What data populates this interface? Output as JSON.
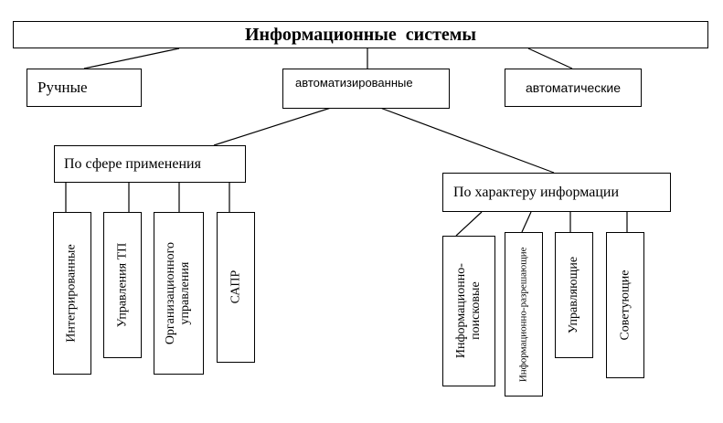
{
  "diagram": {
    "root": {
      "label": "Информационные  системы"
    },
    "level1": {
      "manual": "Ручные",
      "automated": "автоматизированные",
      "automatic": "автоматические"
    },
    "groups": {
      "by_scope": "По сфере применения",
      "by_info": "По характеру информации"
    },
    "scope_items": [
      "Интегрированные",
      "Управления ТП",
      "Организационного\nуправления",
      "САПР"
    ],
    "info_items": [
      "Информационно-\nпоисковые",
      "Информационно-разрешающие",
      "Управляющие",
      "Советующие"
    ]
  }
}
